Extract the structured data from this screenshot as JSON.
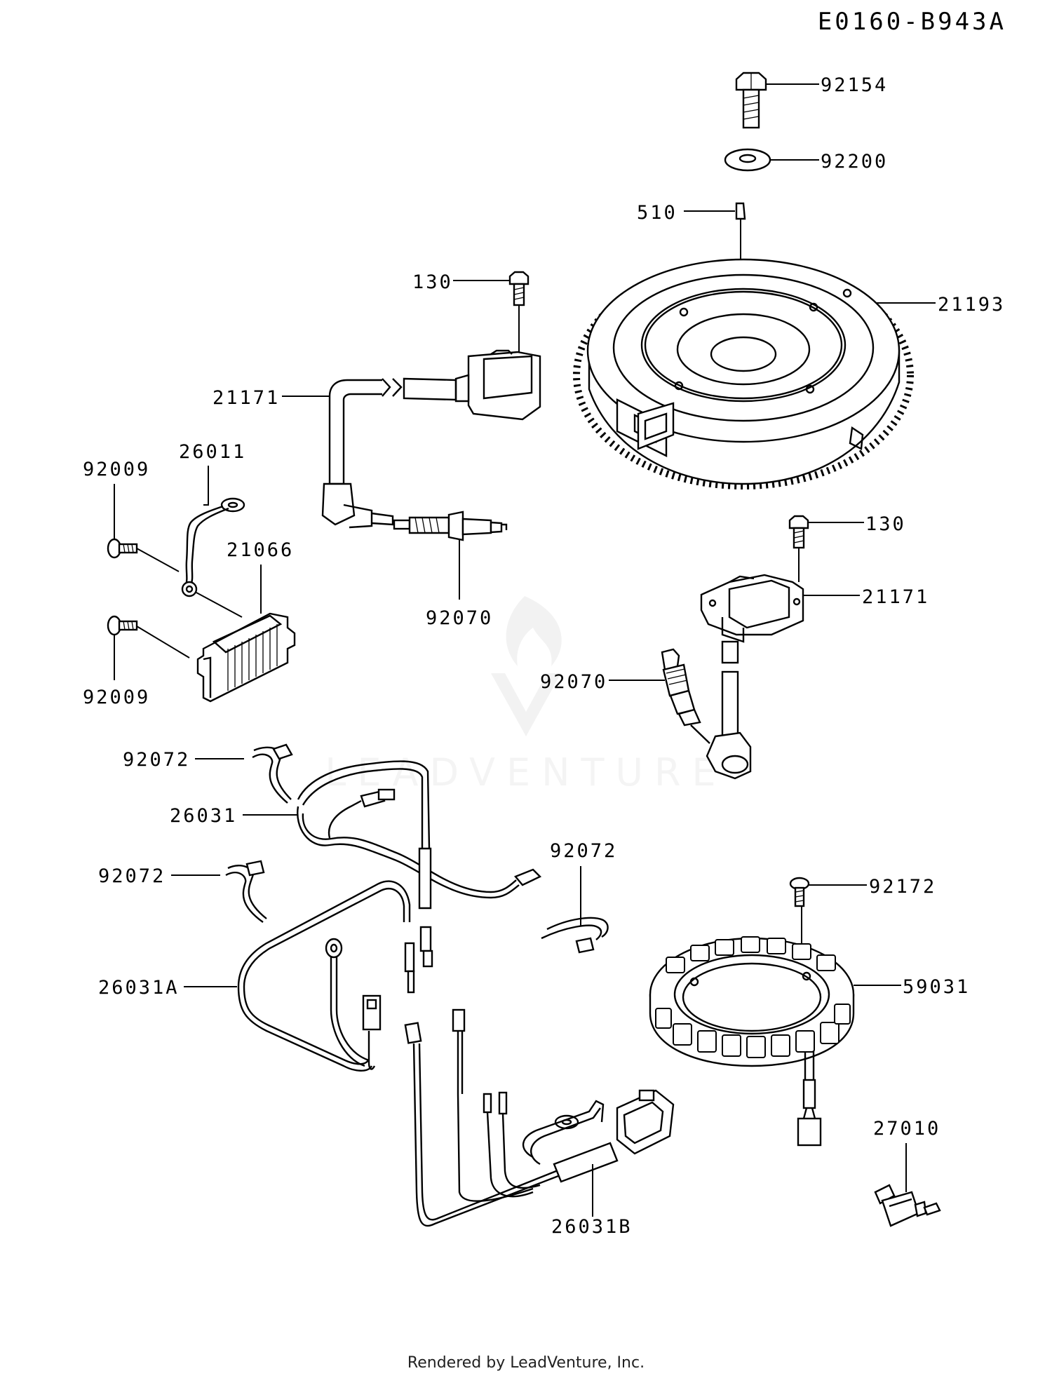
{
  "diagram_code": "E0160-B943A",
  "footer": "Rendered by LeadVenture, Inc.",
  "watermark": "LEADVENTURE",
  "colors": {
    "line": "#000000",
    "background": "#ffffff",
    "watermark": "#e6e6e6"
  },
  "callouts": {
    "bolt_top": "92154",
    "washer": "92200",
    "key": "510",
    "flywheel": "21193",
    "bolt_coil_1": "130",
    "coil_1": "21171",
    "bolt_reg_top": "92009",
    "lead": "26011",
    "regulator": "21066",
    "plug_1": "92070",
    "bolt_reg_bottom": "92009",
    "bolt_coil_2": "130",
    "coil_2": "21171",
    "plug_2": "92070",
    "clamp_1": "92072",
    "harness": "26031",
    "clamp_2": "92072",
    "clamp_3": "92072",
    "screw_stator": "92172",
    "harness_a": "26031A",
    "stator": "59031",
    "switch": "27010",
    "harness_b": "26031B"
  }
}
